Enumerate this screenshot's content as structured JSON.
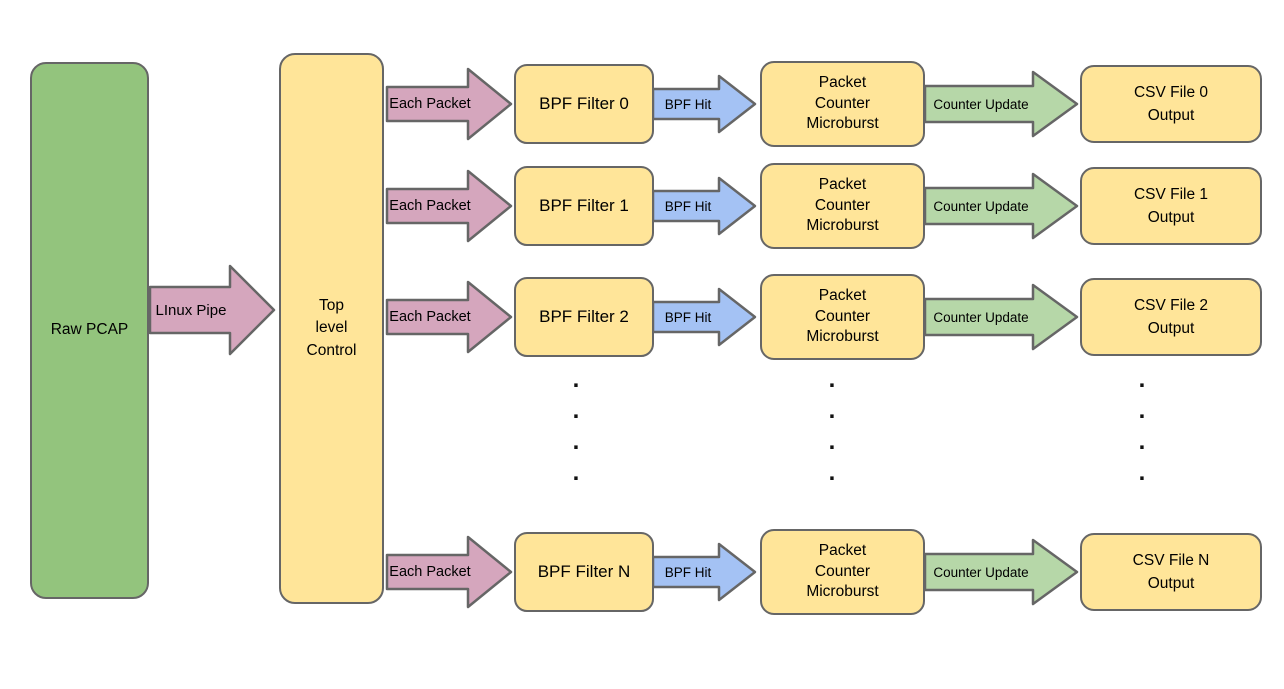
{
  "palette": {
    "box_green": "#93c47d",
    "box_yellow": "#ffe599",
    "arrow_pink": "#d5a6bd",
    "arrow_blue": "#a4c2f4",
    "arrow_green": "#b6d7a8",
    "outline_gray": "#666666",
    "text_black": "#000000"
  },
  "source": {
    "label": "Raw PCAP"
  },
  "pipe": {
    "label": "LInux Pipe"
  },
  "control": {
    "label": "Top\nlevel\nControl"
  },
  "rows": [
    {
      "packet_label": "Each Packet",
      "filter_label": "BPF Filter 0",
      "hit_label": "BPF Hit",
      "counter_label": "Packet\nCounter\nMicroburst",
      "update_label": "Counter Update",
      "output_label": "CSV File 0\nOutput"
    },
    {
      "packet_label": "Each Packet",
      "filter_label": "BPF Filter 1",
      "hit_label": "BPF Hit",
      "counter_label": "Packet\nCounter\nMicroburst",
      "update_label": "Counter Update",
      "output_label": "CSV File 1\nOutput"
    },
    {
      "packet_label": "Each Packet",
      "filter_label": "BPF Filter 2",
      "hit_label": "BPF Hit",
      "counter_label": "Packet\nCounter\nMicroburst",
      "update_label": "Counter Update",
      "output_label": "CSV File 2\nOutput"
    },
    {
      "packet_label": "Each Packet",
      "filter_label": "BPF Filter N",
      "hit_label": "BPF Hit",
      "counter_label": "Packet\nCounter\nMicroburst",
      "update_label": "Counter Update",
      "output_label": "CSV File N\nOutput"
    }
  ],
  "ellipsis": {
    "column": ".\n.\n.\n."
  }
}
